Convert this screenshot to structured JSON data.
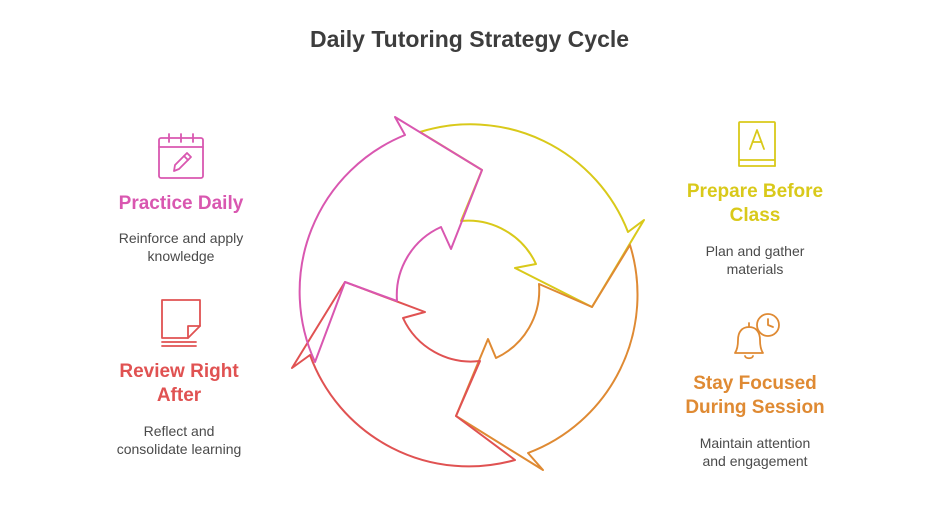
{
  "title": "Daily Tutoring Strategy Cycle",
  "colors": {
    "practice": "#d957b0",
    "prepare": "#d9c91a",
    "focus": "#df8a33",
    "review": "#e05252"
  },
  "steps": [
    {
      "id": "practice",
      "icon": "calendar-pencil-icon",
      "heading": [
        "Practice Daily"
      ],
      "description": [
        "Reinforce and apply",
        "knowledge"
      ]
    },
    {
      "id": "prepare",
      "icon": "book-letter-a-icon",
      "heading": [
        "Prepare Before",
        "Class"
      ],
      "description": [
        "Plan and gather",
        "materials"
      ]
    },
    {
      "id": "focus",
      "icon": "bell-clock-icon",
      "heading": [
        "Stay Focused",
        "During Session"
      ],
      "description": [
        "Maintain attention",
        "and engagement"
      ]
    },
    {
      "id": "review",
      "icon": "sticky-note-icon",
      "heading": [
        "Review Right",
        "After"
      ],
      "description": [
        "Reflect and",
        "consolidate learning"
      ]
    }
  ]
}
